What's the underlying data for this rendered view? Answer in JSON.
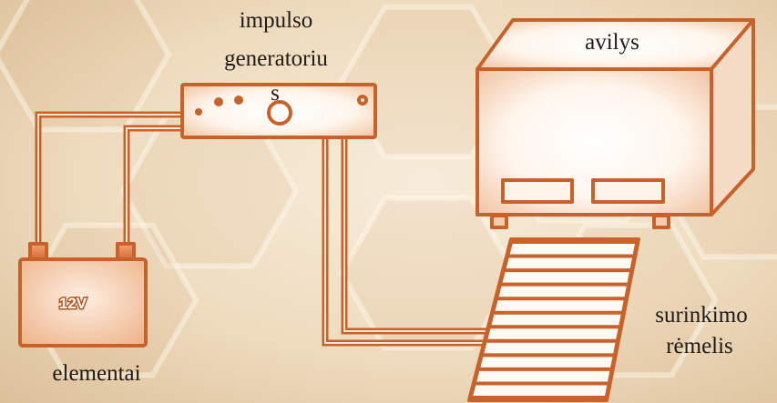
{
  "diagram": {
    "generator": {
      "label_lines": [
        "impulso",
        "generatoriu",
        "s"
      ]
    },
    "hive": {
      "label": "avilys"
    },
    "frame": {
      "label_lines": [
        "surinkimo",
        "rėmelis"
      ]
    },
    "battery": {
      "label": "elementai",
      "voltage": "12V"
    }
  },
  "colors": {
    "outline": "#c8622a",
    "background": "#efdcbf",
    "text": "#1f1a16"
  }
}
